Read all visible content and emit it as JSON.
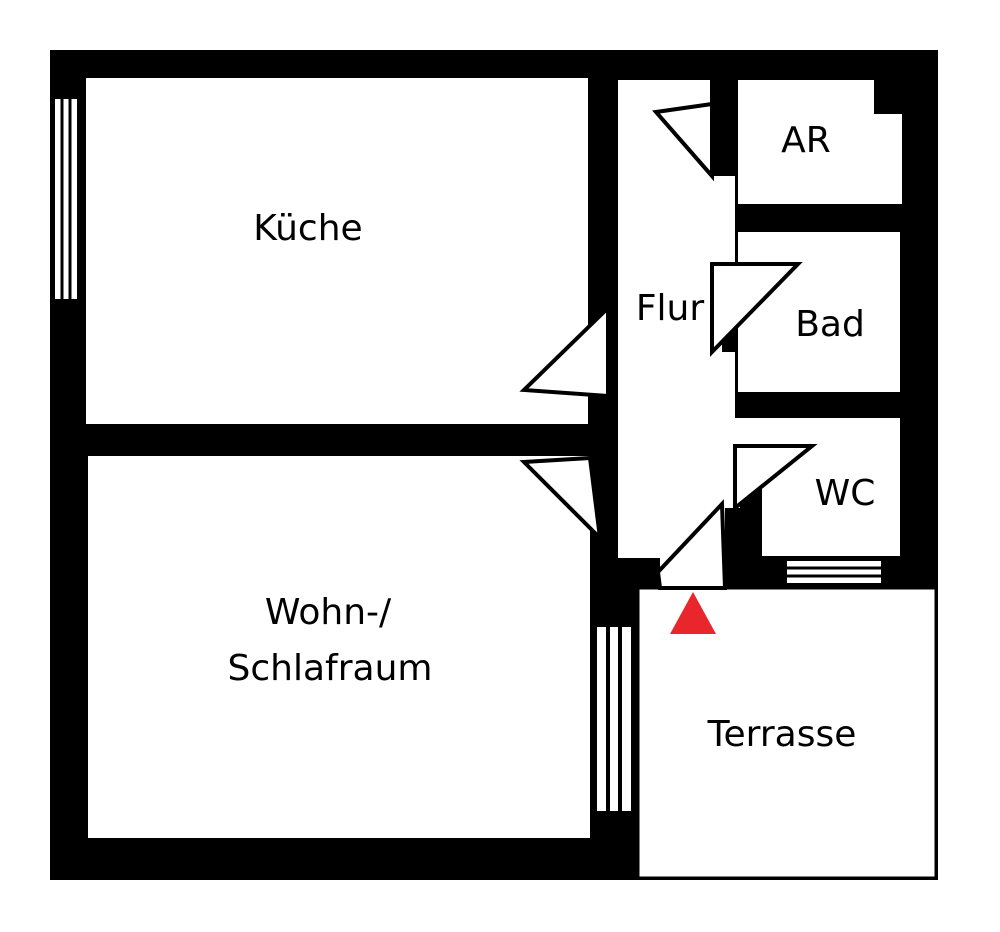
{
  "colors": {
    "wall": "#000000",
    "floor": "#ffffff",
    "entrance_marker": "#e8262b"
  },
  "entrance_marker_icon": "triangle-up-icon",
  "rooms": {
    "kueche": {
      "label": "Küche"
    },
    "flur": {
      "label": "Flur"
    },
    "ar": {
      "label": "AR"
    },
    "bad": {
      "label": "Bad"
    },
    "wc": {
      "label": "WC"
    },
    "wohn": {
      "line1": "Wohn-/",
      "line2": "Schlafraum"
    },
    "terrasse": {
      "label": "Terrasse"
    }
  }
}
